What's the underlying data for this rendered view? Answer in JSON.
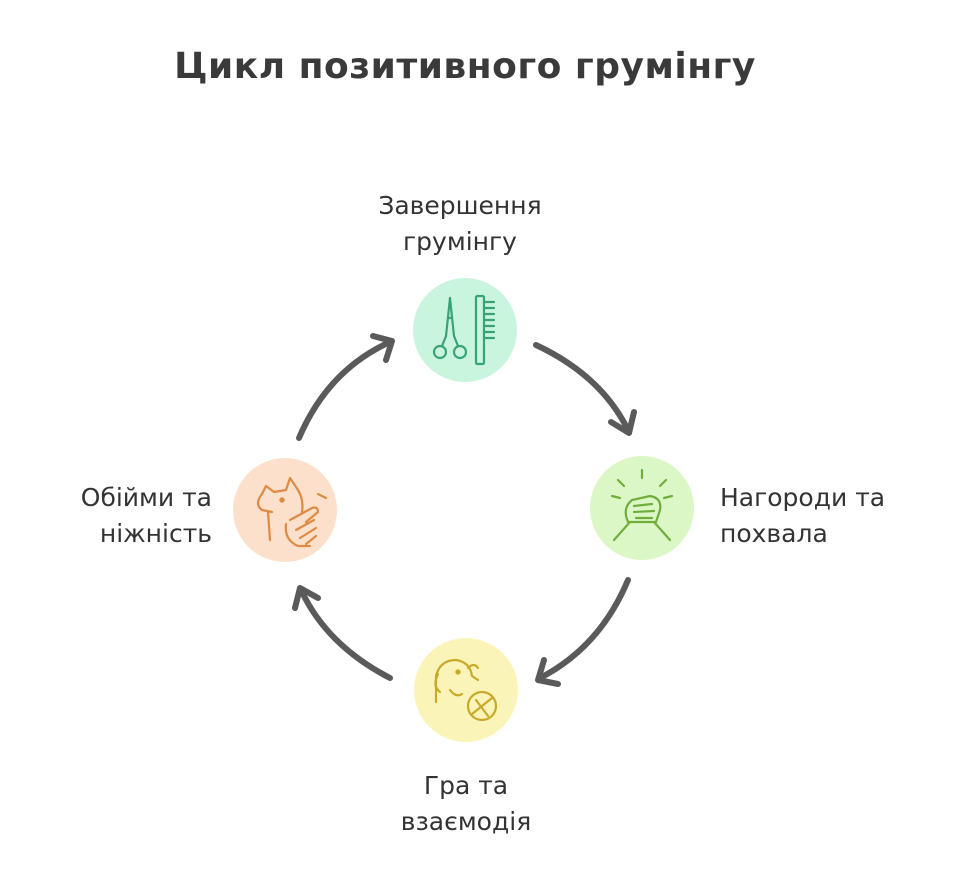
{
  "title": "Цикл позитивного грумінгу",
  "stages": [
    {
      "id": "top",
      "line1": "Завершення",
      "line2": "грумінгу",
      "icon": "scissors-comb-icon",
      "color": "#c9f5df"
    },
    {
      "id": "right",
      "line1": "Нагороди та",
      "line2": "похвала",
      "icon": "handshake-icon",
      "color": "#dcf7c6"
    },
    {
      "id": "bottom",
      "line1": "Гра та",
      "line2": "взаємодія",
      "icon": "dog-ball-icon",
      "color": "#fbf4b8"
    },
    {
      "id": "left",
      "line1": "Обійми та",
      "line2": "ніжність",
      "icon": "dog-hand-icon",
      "color": "#fde0cb"
    }
  ],
  "colors": {
    "arrow": "#5a5a5a",
    "icon_top": "#3aa376",
    "icon_right": "#6fae3c",
    "icon_bottom": "#c8a92a",
    "icon_left": "#de8a44"
  }
}
